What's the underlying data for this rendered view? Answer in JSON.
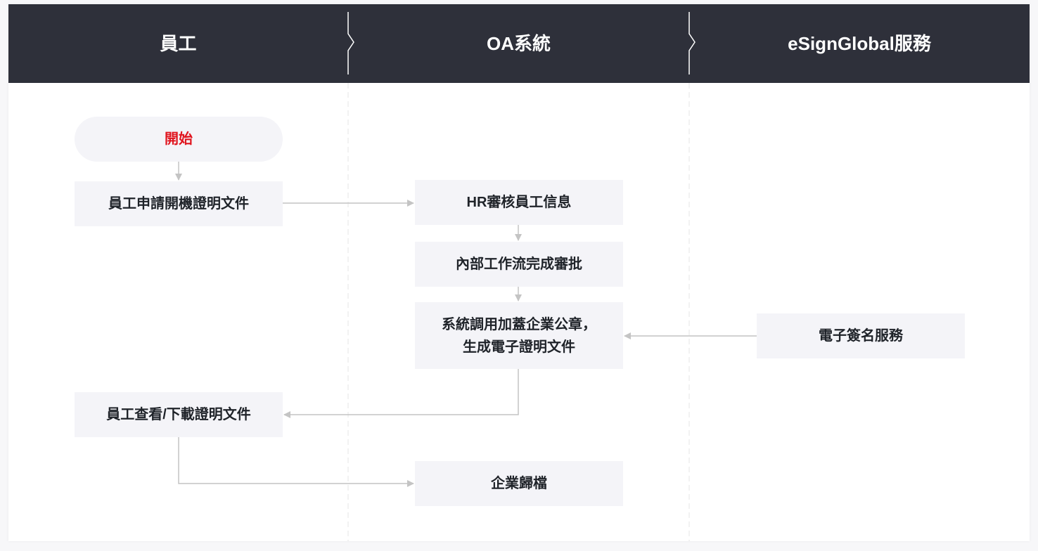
{
  "lanes": [
    "員工",
    "OA系統",
    "eSignGlobal服務"
  ],
  "nodes": {
    "start": "開始",
    "apply": "員工申請開機證明文件",
    "hr_review": "HR審核員工信息",
    "approval": "內部工作流完成審批",
    "generate_line1": "系統調用加蓋企業公章，",
    "generate_line2": "生成電子證明文件",
    "esign": "電子簽名服務",
    "download": "員工查看/下載證明文件",
    "archive": "企業歸檔"
  },
  "colors": {
    "header": "#2e303a",
    "start_text": "#e0141e",
    "node_bg": "#f4f4f8",
    "arrow": "#c4c4c4"
  }
}
